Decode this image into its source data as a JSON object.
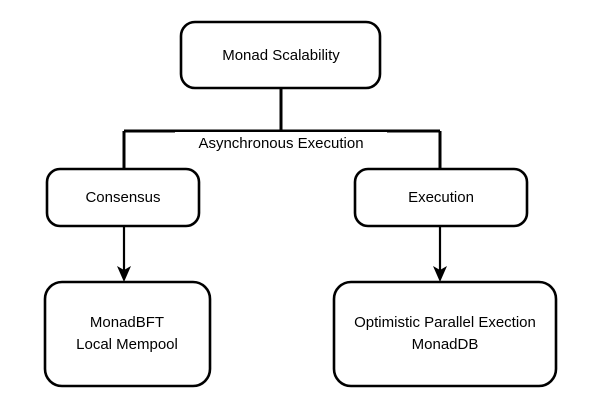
{
  "diagram": {
    "type": "tree-flowchart",
    "background_color": "#ffffff",
    "stroke_color": "#000000",
    "node_fill_color": "#ffffff",
    "text_color": "#000000",
    "nodes": [
      {
        "id": "root",
        "label": "Monad Scalability",
        "lines": [
          "Monad Scalability"
        ],
        "level": 0
      },
      {
        "id": "consensus",
        "label": "Consensus",
        "lines": [
          "Consensus"
        ],
        "level": 1
      },
      {
        "id": "execution",
        "label": "Execution",
        "lines": [
          "Execution"
        ],
        "level": 1
      },
      {
        "id": "monadbft",
        "label": "MonadBFT Local Mempool",
        "lines": [
          "MonadBFT",
          "Local Mempool"
        ],
        "level": 2
      },
      {
        "id": "monaddb",
        "label": "Optimistic Parallel Exection MonadDB",
        "lines": [
          "Optimistic Parallel Exection",
          "MonadDB"
        ],
        "level": 2
      }
    ],
    "edges": [
      {
        "id": "root-split",
        "from": "root",
        "to": [
          "consensus",
          "execution"
        ],
        "label": "Asynchronous Execution",
        "style": "bracket",
        "arrowhead": false
      },
      {
        "id": "consensus-to-monadbft",
        "from": "consensus",
        "to": "monadbft",
        "label": "",
        "style": "straight",
        "arrowhead": true
      },
      {
        "id": "execution-to-monaddb",
        "from": "execution",
        "to": "monaddb",
        "label": "",
        "style": "straight",
        "arrowhead": true
      }
    ]
  }
}
